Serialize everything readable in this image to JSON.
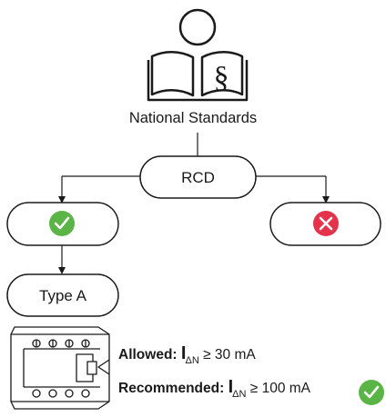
{
  "header": {
    "title": "National Standards",
    "book_icon": "book-with-section-sign-icon",
    "section_sign": "§"
  },
  "nodes": {
    "rcd": {
      "label": "RCD"
    },
    "allowed_branch": {
      "icon": "check-circle-icon",
      "color": "#5ab546"
    },
    "denied_branch": {
      "icon": "x-circle-icon",
      "color": "#e5334b"
    },
    "type": {
      "label": "Type A"
    }
  },
  "device": {
    "icon": "rcd-breaker-device-icon"
  },
  "specs": {
    "allowed": {
      "label": "Allowed:",
      "symbol": "I",
      "subscript": "ΔN",
      "value": "≥ 30 mA"
    },
    "recommended": {
      "label": "Recommended:",
      "symbol": "I",
      "subscript": "ΔN",
      "value": "≥ 100 mA",
      "badge_icon": "check-circle-icon",
      "badge_color": "#5ab546"
    }
  }
}
